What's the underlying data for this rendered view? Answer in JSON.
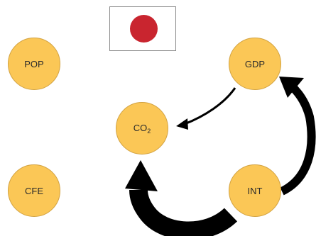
{
  "colors": {
    "node_fill": "#fbc756",
    "flag_red": "#c9252f",
    "arrow": "#000000"
  },
  "flag": {
    "icon": "japan-flag-icon"
  },
  "nodes": {
    "pop": {
      "label": "POP"
    },
    "gdp": {
      "label": "GDP"
    },
    "co2": {
      "label_main": "CO",
      "label_sub": "2"
    },
    "cfe": {
      "label": "CFE"
    },
    "int": {
      "label": "INT"
    }
  },
  "edges": [
    {
      "from": "GDP",
      "to": "CO2",
      "weight": "thin"
    },
    {
      "from": "INT",
      "to": "GDP",
      "weight": "thick"
    },
    {
      "from": "INT",
      "to": "CO2",
      "weight": "thick"
    }
  ]
}
